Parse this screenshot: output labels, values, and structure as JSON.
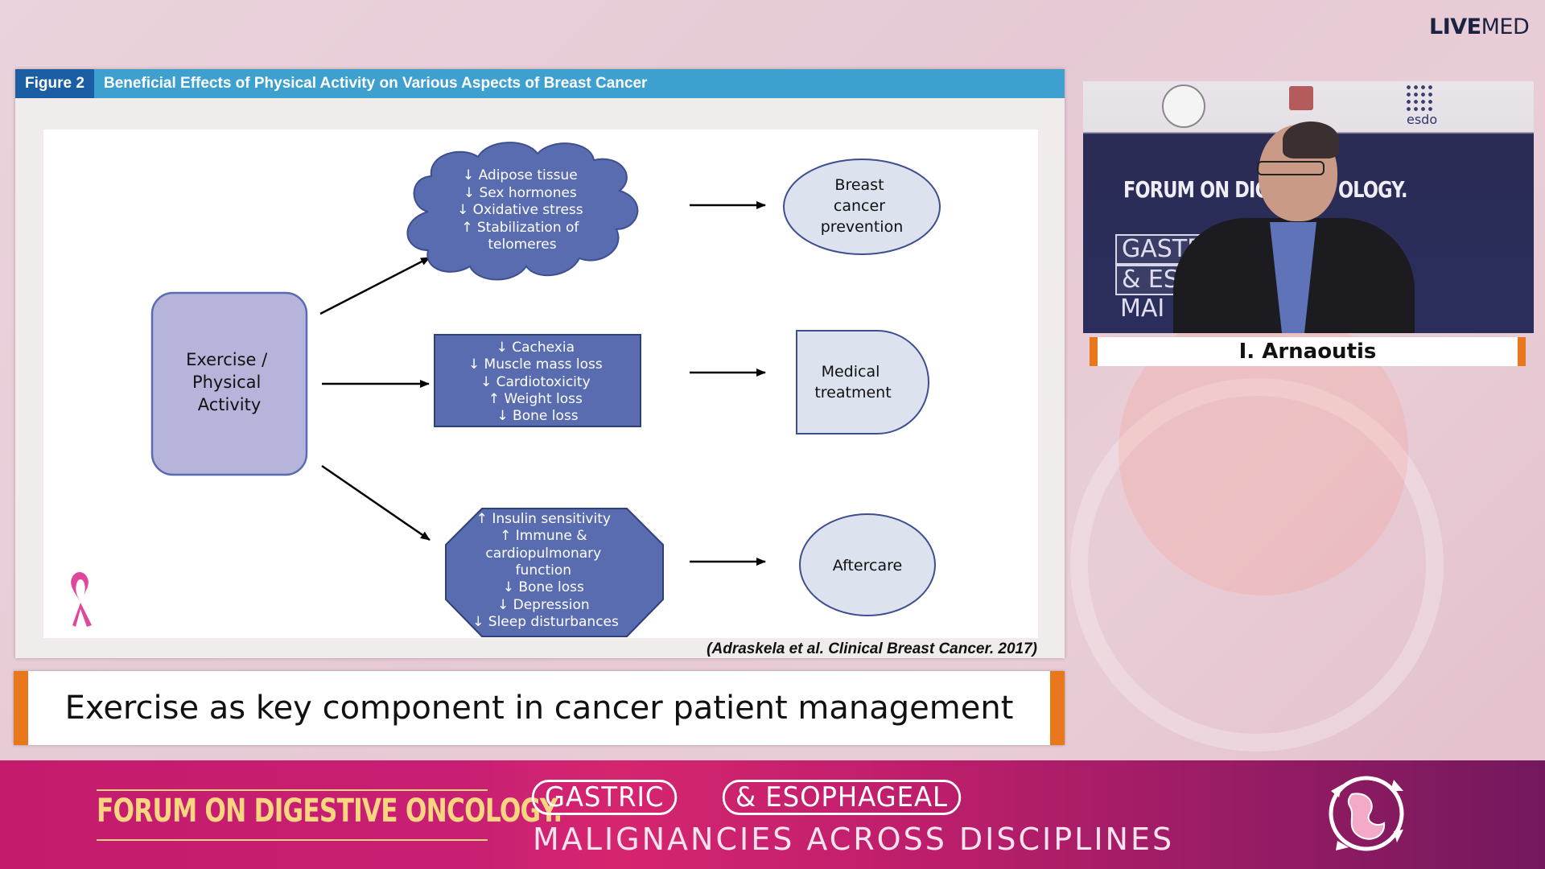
{
  "brand": {
    "bold": "LIVE",
    "light": "MED"
  },
  "figure": {
    "label": "Figure 2",
    "title": "Beneficial Effects of Physical Activity on Various Aspects of Breast Cancer",
    "citation": "(Adraskela et al. Clinical Breast Cancer. 2017)"
  },
  "diagram": {
    "source": {
      "lines": [
        "Exercise /",
        "Physical",
        "Activity"
      ]
    },
    "prevention_cloud": {
      "lines": [
        {
          "arrow": "↓",
          "text": "Adipose tissue"
        },
        {
          "arrow": "↓",
          "text": "Sex hormones"
        },
        {
          "arrow": "↓",
          "text": "Oxidative stress"
        },
        {
          "arrow": "↑",
          "text": "Stabilization of"
        },
        {
          "arrow": "",
          "text": "telomeres"
        }
      ]
    },
    "treatment_box": {
      "lines": [
        {
          "arrow": "↓",
          "text": "Cachexia"
        },
        {
          "arrow": "↓",
          "text": "Muscle mass loss"
        },
        {
          "arrow": "↓",
          "text": "Cardiotoxicity"
        },
        {
          "arrow": "↑",
          "text": "Weight loss"
        },
        {
          "arrow": "↓",
          "text": "Bone loss"
        }
      ]
    },
    "aftercare_octagon": {
      "lines": [
        {
          "arrow": "↑",
          "text": "Insulin sensitivity"
        },
        {
          "arrow": "↑",
          "text": "Immune  &"
        },
        {
          "arrow": "",
          "text": "cardiopulmonary"
        },
        {
          "arrow": "",
          "text": "function"
        },
        {
          "arrow": "↓",
          "text": "Bone loss"
        },
        {
          "arrow": "↓",
          "text": "Depression"
        },
        {
          "arrow": "↓",
          "text": "Sleep disturbances"
        }
      ]
    },
    "outcome_prevention": {
      "lines": [
        "Breast",
        "cancer",
        "prevention"
      ]
    },
    "outcome_treatment": {
      "lines": [
        "Medical",
        "treatment"
      ]
    },
    "outcome_aftercare": {
      "lines": [
        "Aftercare"
      ]
    }
  },
  "caption": "Exercise as key component in cancer patient management",
  "speaker": {
    "name": "I. Arnaoutis",
    "video_banner": "FORUM ON DIGES",
    "video_banner_end": "OLOGY.",
    "video_boxes": [
      "GASTR",
      "& ESC",
      "MAI"
    ],
    "esdo": "esdo"
  },
  "footer": {
    "forum": "FORUM ON DIGESTIVE ONCOLOGY.",
    "pill1": "GASTRIC",
    "pill2": "& ESOPHAGEAL",
    "subtitle": "MALIGNANCIES ACROSS  DISCIPLINES"
  },
  "colors": {
    "accent_orange": "#e9781d",
    "figure_bar": "#3da0cf",
    "figure_label": "#1c5ea3",
    "node_blue": "#5a6cb0",
    "node_light": "#dde2ef",
    "node_lavender": "#b7b4dc",
    "ribbon": "#e0479a"
  },
  "icons": [
    "pink-ribbon-icon",
    "stomach-logo-icon"
  ]
}
